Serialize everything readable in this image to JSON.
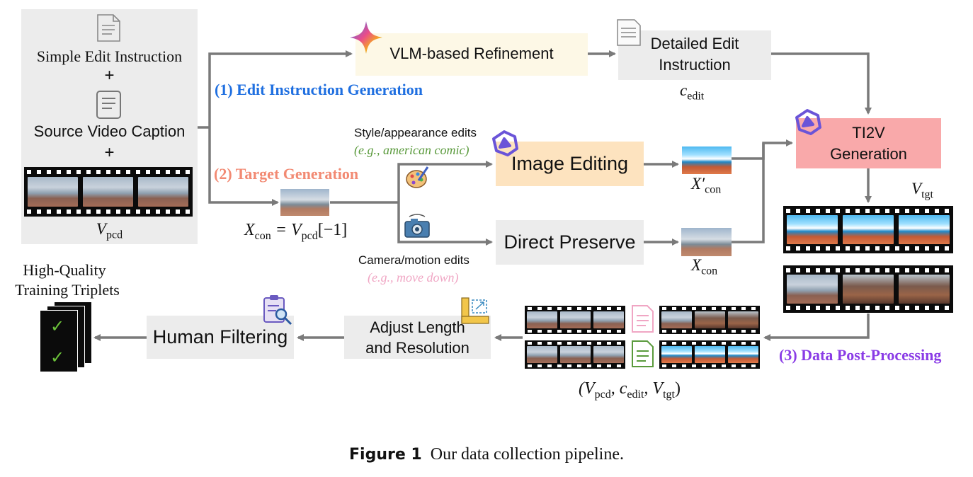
{
  "source": {
    "simple_edit": "Simple Edit Instruction",
    "plus1": "+",
    "source_caption": "Source Video Caption",
    "plus2": "+",
    "v_pcd": "V",
    "v_pcd_sub": "pcd"
  },
  "stage1": {
    "label": "(1) Edit Instruction Generation",
    "vlm": "VLM-based Refinement",
    "detailed_line1": "Detailed Edit",
    "detailed_line2": "Instruction",
    "c_edit": "c",
    "c_edit_sub": "edit"
  },
  "stage2": {
    "label": "(2) Target Generation",
    "x_con_formula_a": "X",
    "x_con_formula_sub": "con",
    "x_con_formula_b": " = V",
    "x_con_formula_sub2": "pcd",
    "x_con_formula_c": "[−1]",
    "style_edits": "Style/appearance edits",
    "style_example": "(e.g., american comic)",
    "camera_edits": "Camera/motion edits",
    "camera_example": "(e.g., move down)",
    "image_editing": "Image Editing",
    "direct_preserve": "Direct Preserve",
    "x_con_prime": "X′",
    "x_con_prime_sub": "con",
    "x_con": "X",
    "x_con_sub": "con"
  },
  "ti2v": {
    "line1": "TI2V",
    "line2": "Generation",
    "v_tgt": "V",
    "v_tgt_sub": "tgt"
  },
  "stage3": {
    "label": "(3) Data Post-Processing",
    "triplet": "(V",
    "triplet_sub1": "pcd",
    "triplet_mid1": ", c",
    "triplet_sub2": "edit",
    "triplet_mid2": ", V",
    "triplet_sub3": "tgt",
    "triplet_end": ")",
    "adjust_line1": "Adjust Length",
    "adjust_line2": "and Resolution",
    "human_filtering": "Human Filtering",
    "hq_line1": "High-Quality",
    "hq_line2": "Training Triplets"
  },
  "caption": {
    "figure_label": "Figure 1",
    "text": "Our data collection pipeline."
  },
  "colors": {
    "blue_label": "#1f6fe0",
    "salmon_label": "#f28a73",
    "purple_label": "#8a3ce6",
    "green_example": "#5a9a3c",
    "pink_example": "#f0a6c4",
    "vlm_box": "#fdf8e6",
    "image_edit_box": "#fde3bf",
    "ti2v_box": "#f9a9aa",
    "arrow": "#7a7a7a"
  },
  "icons": [
    "document-icon",
    "checklist-document-icon",
    "gemini-star-icon",
    "qwen-logo-icon",
    "paint-palette-icon",
    "camera-icon",
    "clipboard-search-icon",
    "ruler-resize-icon",
    "check-icon"
  ]
}
